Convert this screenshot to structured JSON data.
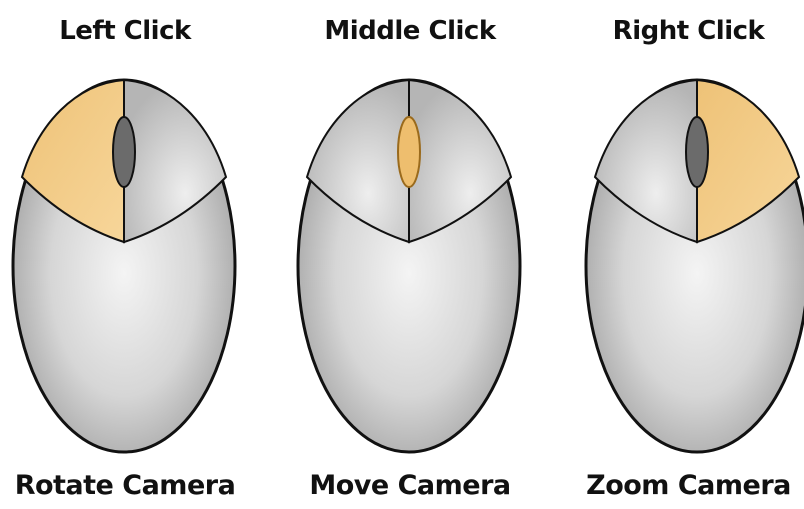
{
  "colors": {
    "highlight": "#F4C97A",
    "body": "#D9D9D9",
    "outline": "#111111",
    "wheel": "#6B6B6B",
    "text": "#111111"
  },
  "panels": [
    {
      "title": "Left Click",
      "caption": "Rotate Camera",
      "highlighted": "left-button",
      "icon": "mouse-icon"
    },
    {
      "title": "Middle Click",
      "caption": "Move Camera",
      "highlighted": "scroll-wheel",
      "icon": "mouse-icon"
    },
    {
      "title": "Right Click",
      "caption": "Zoom Camera",
      "highlighted": "right-button",
      "icon": "mouse-icon"
    }
  ]
}
